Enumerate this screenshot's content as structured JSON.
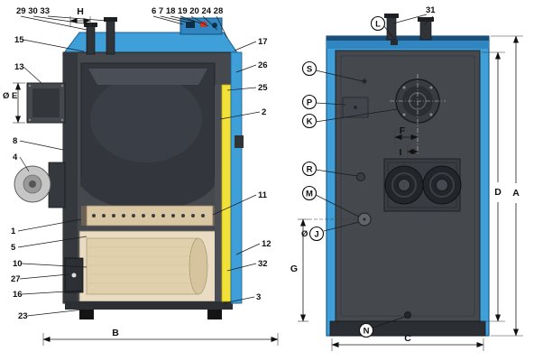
{
  "figure": {
    "type": "technical-diagram",
    "description": "Solid fuel boiler: left sectional side view and right rear view with numbered part callouts and dimension letters"
  },
  "left_view": {
    "callout_groups": {
      "top_left": "29 30 33",
      "top_center": "6 7 18 19 20 24 28"
    },
    "callouts": {
      "c15": "15",
      "c13": "13",
      "c8": "8",
      "c4": "4",
      "c1": "1",
      "c5": "5",
      "c10": "10",
      "c27": "27",
      "c16": "16",
      "c23": "23",
      "c17": "17",
      "c26": "26",
      "c25": "25",
      "c2": "2",
      "c11": "11",
      "c12": "12",
      "c32": "32",
      "c3": "3"
    },
    "dimensions": {
      "H": "H",
      "B": "B",
      "E": "Ø E"
    }
  },
  "right_view": {
    "callouts": {
      "c31": "31",
      "L": "L",
      "S": "S",
      "P": "P",
      "K": "K",
      "R": "R",
      "M": "M",
      "J": "J",
      "N": "N"
    },
    "dimensions": {
      "A": "A",
      "C": "C",
      "D": "D",
      "F": "F",
      "G": "G",
      "I": "I",
      "J_prefix": "Ø"
    }
  },
  "colors": {
    "casing_blue": "#3f9fd8",
    "casing_blue_dark": "#2f86c0",
    "casing_blue_deep": "#1b4f79",
    "body_gray": "#45484d",
    "body_gray_dark": "#35383d",
    "chamber_dark": "#33373d",
    "firebrick_cream": "#d9c7a4",
    "ash_cream": "#e9dcc2",
    "insulation_yellow": "#f2e136",
    "fan_gray": "#c6c6c6"
  }
}
